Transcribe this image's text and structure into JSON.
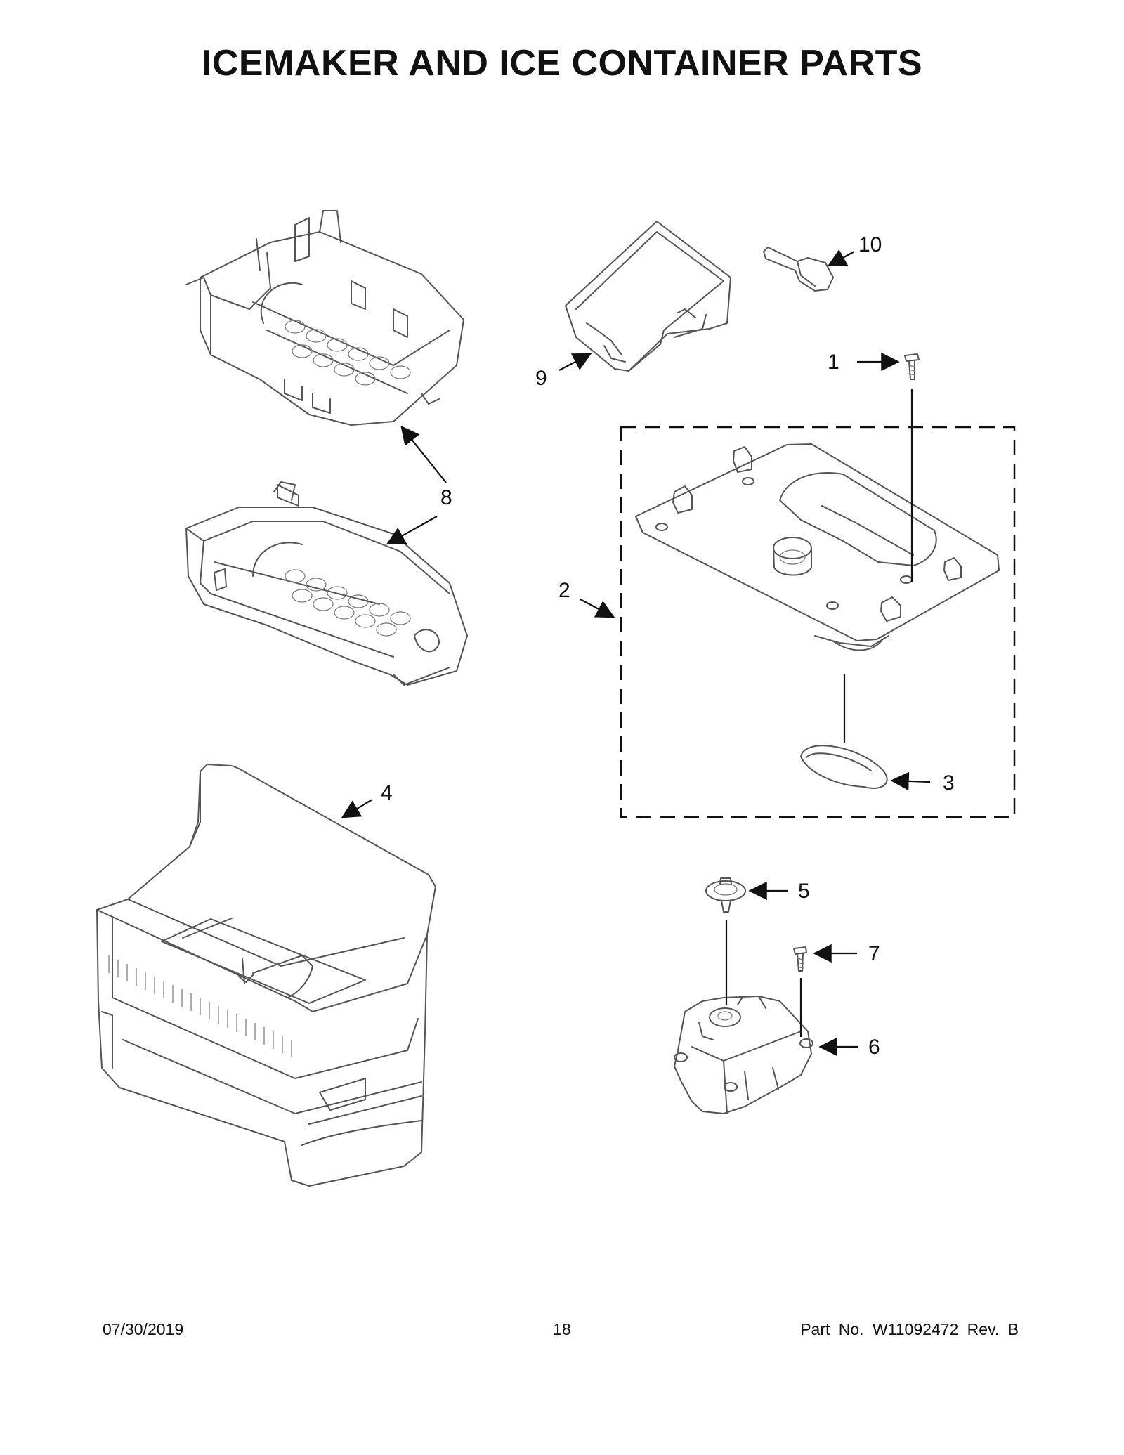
{
  "title": "ICEMAKER AND ICE CONTAINER PARTS",
  "callouts": [
    "1",
    "2",
    "3",
    "4",
    "5",
    "6",
    "7",
    "8",
    "9",
    "10"
  ],
  "footer": {
    "date": "07/30/2019",
    "page": "18",
    "part_number": "Part No.  W11092472  Rev.  B"
  }
}
